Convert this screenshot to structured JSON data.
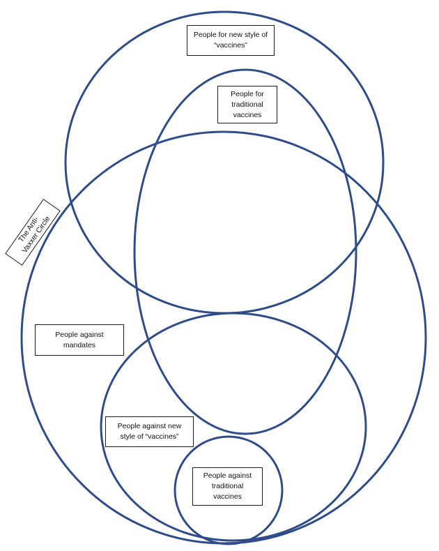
{
  "diagram": {
    "type": "venn",
    "stroke_color": "#2e4b8a",
    "circles": [
      {
        "id": "new-style-for"
      },
      {
        "id": "traditional-for"
      },
      {
        "id": "anti-vaxxer"
      },
      {
        "id": "mandates-against"
      },
      {
        "id": "traditional-against"
      }
    ],
    "labels": {
      "new_style_for": "People for new style of\n“vaccines”",
      "traditional_for": "People for\ntraditional\nvaccines",
      "anti_vaxxer": "The Anti-\nVaxxer Circle",
      "mandates_against": "People against\nmandates",
      "new_style_against": "People against new\nstyle of “vaccines”",
      "traditional_against": "People against\ntraditional\nvaccines"
    }
  }
}
